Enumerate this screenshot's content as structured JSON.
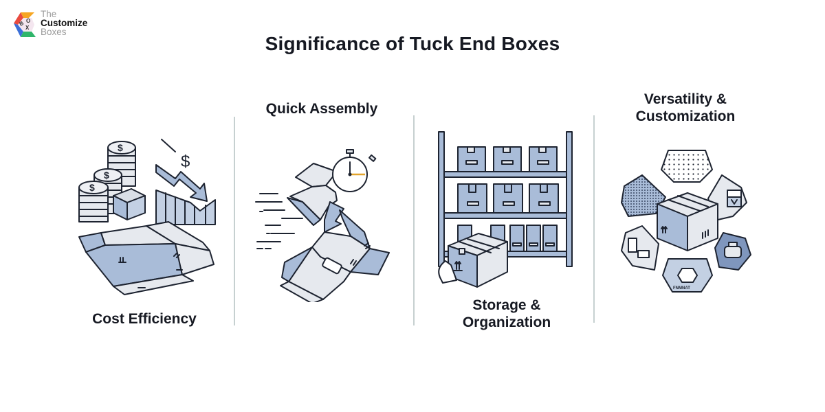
{
  "logo": {
    "line1": "The",
    "line2": "Customize",
    "line3": "Boxes",
    "mark_letters": [
      "B",
      "O",
      "X"
    ],
    "colors": [
      "#e94a3f",
      "#f6a623",
      "#8e44ad",
      "#3b6fd8",
      "#2fb56a"
    ]
  },
  "page": {
    "title": "Significance of Tuck End Boxes"
  },
  "colors": {
    "accent_blue": "#a9bcd8",
    "light_gray": "#e6e9ee",
    "dark_blue": "#7f96bd",
    "line": "#1d2330",
    "divider": "#c6d0d0",
    "stopwatch_hand": "#e2a42b"
  },
  "sections": [
    {
      "id": "cost",
      "label": "Cost Efficiency",
      "icon": "coins-box-downtrend-icon",
      "symbols": [
        "$",
        "$",
        "$",
        "$"
      ]
    },
    {
      "id": "assembly",
      "label": "Quick Assembly",
      "icon": "box-assembly-stopwatch-icon"
    },
    {
      "id": "storage",
      "label_line1": "Storage &",
      "label_line2": "Organization",
      "icon": "shelf-boxes-icon"
    },
    {
      "id": "versatility",
      "label_line1": "Versatility &",
      "label_line2": "Customization",
      "icon": "custom-box-options-icon",
      "badge_text": "FNMNAT"
    }
  ]
}
